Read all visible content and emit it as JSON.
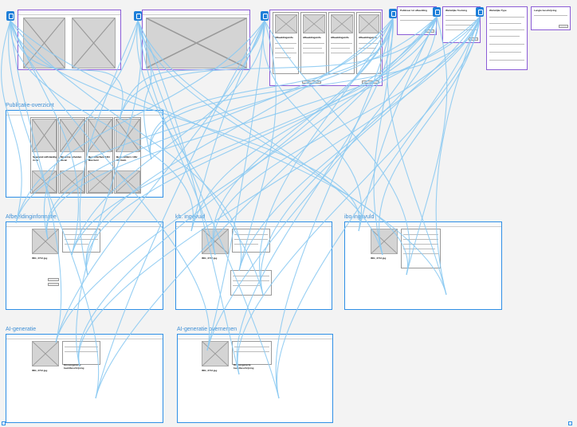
{
  "canvas": {
    "background": "#f3f3f3",
    "link_color": "#8ccaf2",
    "frame_color": "#2e8fe6",
    "dialog_color": "#8b5cd6"
  },
  "section_titles": {
    "publicatie": "Publicatie-overzicht",
    "afbeelding": "Afbeeldinginformatie",
    "kb": "kb. ingevuld",
    "ibo": "ibo ingevuld",
    "ai_generatie": "AI-generatie",
    "ai_overnemen": "AI-generatie overnemen"
  },
  "publicatie_cards": [
    "Speelend zelfstandig in de",
    "Moderne scheiden Ha an",
    "Best interface 14hr Bao best",
    "Best zonfarro 14hr the feelo"
  ],
  "detail_cards": [
    "Afbeeldingsinfo",
    "Afbeeldingsinfo",
    "Afbeeldingsinfo",
    "Afbeeldingsinfo"
  ],
  "dialogs": {
    "d1": "Publiceer tot afbeelding",
    "d2": "Wettelijke Toetsing",
    "d3": "Wettelijke Type",
    "d4": "Lengte beschrijving"
  },
  "file_names": {
    "afbeelding": "IMG_2712.jpg",
    "kb": "IMG_2712.jpg",
    "ibo": "IMG_2712.jpg",
    "ai_generatie": "IMG_2712.jpg",
    "ai_overnemen": "IMG_2712.jpg"
  },
  "ai_text": {
    "ai_generatie": "Onvoorgenerte beeldbeschrijving",
    "ai_overnemen": "Onvoorgenerte beeldbeschrijving"
  }
}
